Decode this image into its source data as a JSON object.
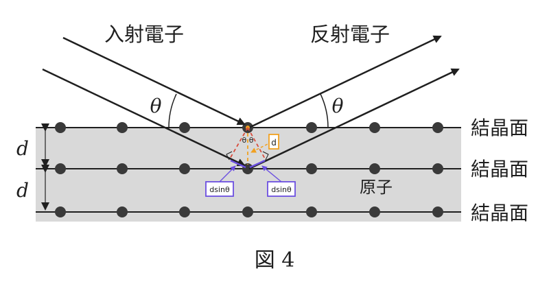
{
  "labels": {
    "incident": "入射電子",
    "reflected": "反射電子",
    "theta_left": "θ",
    "theta_right": "θ",
    "theta_small": "θ θ",
    "d_box": "d",
    "d_upper": "d",
    "d_lower": "d",
    "crystal_plane_1": "結晶面",
    "crystal_plane_2": "結晶面",
    "crystal_plane_3": "結晶面",
    "dsin_left": "dsinθ",
    "dsin_right": "dsinθ",
    "atom": "原子",
    "caption": "図 4"
  },
  "colors": {
    "shaded_region": "#d9d9d9",
    "line": "#1f1f1f",
    "atom": "#3a3a3a",
    "orange": "#f0a020",
    "red_dashed": "#d84a3a",
    "purple": "#6b4fe0"
  }
}
